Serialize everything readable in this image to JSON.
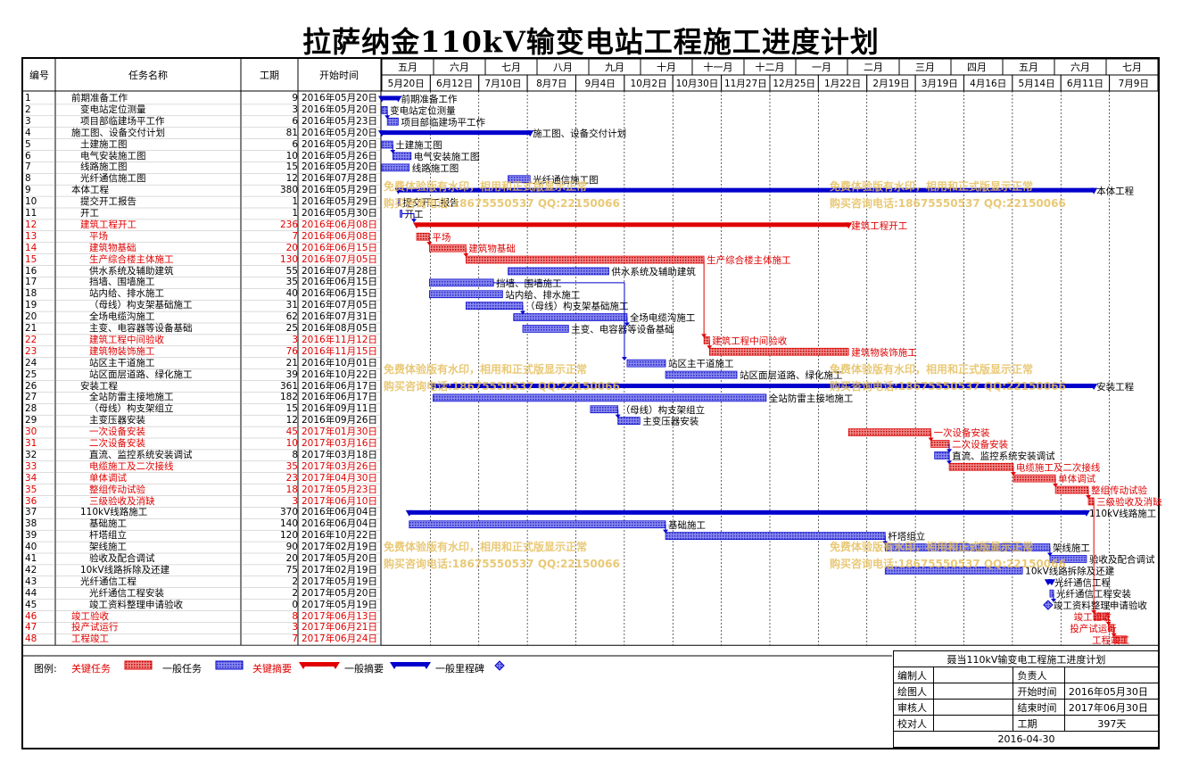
{
  "title": "拉萨纳金110kV输变电站工程施工进度计划",
  "table_headers": {
    "id": "编号",
    "name": "任务名称",
    "duration": "工期",
    "start": "开始时间"
  },
  "months": [
    "五月",
    "六月",
    "七月",
    "八月",
    "九月",
    "十月",
    "十一月",
    "十二月",
    "一月",
    "二月",
    "三月",
    "四月",
    "五月",
    "六月",
    "七月"
  ],
  "weeks": [
    "5月20日",
    "6月12日",
    "7月10日",
    "8月7日",
    "9月4日",
    "10月2日",
    "10月30日",
    "11月27日",
    "12月25日",
    "1月22日",
    "2月19日",
    "3月19日",
    "4月16日",
    "5月14日",
    "6月11日",
    "7月9日"
  ],
  "tasks": [
    {
      "id": "1",
      "name": "前期准备工作",
      "dur": "9",
      "start": "2016年05月20日",
      "critical": false,
      "summary": true,
      "indent": 0,
      "s": 0,
      "d": 9,
      "label": "前期准备工作"
    },
    {
      "id": "2",
      "name": "变电站定位测量",
      "dur": "3",
      "start": "2016年05月20日",
      "critical": false,
      "summary": false,
      "indent": 1,
      "s": 0,
      "d": 3,
      "label": "变电站定位测量"
    },
    {
      "id": "3",
      "name": "项目部临建场平工作",
      "dur": "6",
      "start": "2016年05月23日",
      "critical": false,
      "summary": false,
      "indent": 1,
      "s": 3,
      "d": 6,
      "label": "项目部临建场平工作"
    },
    {
      "id": "4",
      "name": "施工图、设备交付计划",
      "dur": "81",
      "start": "2016年05月20日",
      "critical": false,
      "summary": true,
      "indent": 0,
      "s": 0,
      "d": 81,
      "label": "施工图、设备交付计划"
    },
    {
      "id": "5",
      "name": "土建施工图",
      "dur": "6",
      "start": "2016年05月20日",
      "critical": false,
      "summary": false,
      "indent": 1,
      "s": 0,
      "d": 6,
      "label": "土建施工图"
    },
    {
      "id": "6",
      "name": "电气安装施工图",
      "dur": "10",
      "start": "2016年05月26日",
      "critical": false,
      "summary": false,
      "indent": 1,
      "s": 6,
      "d": 10,
      "label": "电气安装施工图"
    },
    {
      "id": "7",
      "name": "线路施工图",
      "dur": "15",
      "start": "2016年05月20日",
      "critical": false,
      "summary": false,
      "indent": 1,
      "s": 0,
      "d": 15,
      "label": "线路施工图"
    },
    {
      "id": "8",
      "name": "光纤通信施工图",
      "dur": "12",
      "start": "2016年07月28日",
      "critical": false,
      "summary": false,
      "indent": 1,
      "s": 69,
      "d": 12,
      "label": "光纤通信施工图"
    },
    {
      "id": "9",
      "name": "本体工程",
      "dur": "380",
      "start": "2016年05月29日",
      "critical": false,
      "summary": true,
      "indent": 0,
      "s": 9,
      "d": 380,
      "label": "本体工程"
    },
    {
      "id": "10",
      "name": "提交开工报告",
      "dur": "1",
      "start": "2016年05月29日",
      "critical": false,
      "summary": false,
      "indent": 1,
      "s": 9,
      "d": 1,
      "label": "提交开工报告"
    },
    {
      "id": "11",
      "name": "开工",
      "dur": "1",
      "start": "2016年05月30日",
      "critical": false,
      "summary": false,
      "indent": 1,
      "s": 10,
      "d": 1,
      "label": "开工"
    },
    {
      "id": "12",
      "name": "建筑工程开工",
      "dur": "236",
      "start": "2016年06月08日",
      "critical": true,
      "summary": true,
      "indent": 1,
      "s": 19,
      "d": 236,
      "label": "建筑工程开工"
    },
    {
      "id": "13",
      "name": "平场",
      "dur": "7",
      "start": "2016年06月08日",
      "critical": true,
      "summary": false,
      "indent": 2,
      "s": 19,
      "d": 7,
      "label": "平场"
    },
    {
      "id": "14",
      "name": "建筑物基础",
      "dur": "20",
      "start": "2016年06月15日",
      "critical": true,
      "summary": false,
      "indent": 2,
      "s": 26,
      "d": 20,
      "label": "建筑物基础"
    },
    {
      "id": "15",
      "name": "生产综合楼主体施工",
      "dur": "130",
      "start": "2016年07月05日",
      "critical": true,
      "summary": false,
      "indent": 2,
      "s": 46,
      "d": 130,
      "label": "生产综合楼主体施工"
    },
    {
      "id": "16",
      "name": "供水系统及辅助建筑",
      "dur": "55",
      "start": "2016年07月28日",
      "critical": false,
      "summary": false,
      "indent": 2,
      "s": 69,
      "d": 55,
      "label": "供水系统及辅助建筑"
    },
    {
      "id": "17",
      "name": "挡墙、围墙施工",
      "dur": "35",
      "start": "2016年06月15日",
      "critical": false,
      "summary": false,
      "indent": 2,
      "s": 26,
      "d": 35,
      "label": "挡墙、围墙施工"
    },
    {
      "id": "18",
      "name": "站内给、排水施工",
      "dur": "40",
      "start": "2016年06月15日",
      "critical": false,
      "summary": false,
      "indent": 2,
      "s": 26,
      "d": 40,
      "label": "站内给、排水施工"
    },
    {
      "id": "19",
      "name": "（母线）构支架基础施工",
      "dur": "31",
      "start": "2016年07月05日",
      "critical": false,
      "summary": false,
      "indent": 2,
      "s": 46,
      "d": 31,
      "label": "（母线）构支架基础施工"
    },
    {
      "id": "20",
      "name": "全场电缆沟施工",
      "dur": "62",
      "start": "2016年07月31日",
      "critical": false,
      "summary": false,
      "indent": 2,
      "s": 72,
      "d": 62,
      "label": "全场电缆沟施工"
    },
    {
      "id": "21",
      "name": "主变、电容器等设备基础",
      "dur": "25",
      "start": "2016年08月05日",
      "critical": false,
      "summary": false,
      "indent": 2,
      "s": 77,
      "d": 25,
      "label": "主变、电容器等设备基础"
    },
    {
      "id": "22",
      "name": "建筑工程中间验收",
      "dur": "3",
      "start": "2016年11月12日",
      "critical": true,
      "summary": false,
      "indent": 2,
      "s": 176,
      "d": 3,
      "label": "建筑工程中间验收"
    },
    {
      "id": "23",
      "name": "建筑物装饰施工",
      "dur": "76",
      "start": "2016年11月15日",
      "critical": true,
      "summary": false,
      "indent": 2,
      "s": 179,
      "d": 76,
      "label": "建筑物装饰施工"
    },
    {
      "id": "24",
      "name": "站区主干道施工",
      "dur": "21",
      "start": "2016年10月01日",
      "critical": false,
      "summary": false,
      "indent": 2,
      "s": 134,
      "d": 21,
      "label": "站区主干道施工"
    },
    {
      "id": "25",
      "name": "站区面层道路、绿化施工",
      "dur": "39",
      "start": "2016年10月22日",
      "critical": false,
      "summary": false,
      "indent": 2,
      "s": 155,
      "d": 39,
      "label": "站区面层道路、绿化施工"
    },
    {
      "id": "26",
      "name": "安装工程",
      "dur": "361",
      "start": "2016年06月17日",
      "critical": false,
      "summary": true,
      "indent": 1,
      "s": 28,
      "d": 361,
      "label": "安装工程"
    },
    {
      "id": "27",
      "name": "全站防雷主接地施工",
      "dur": "182",
      "start": "2016年06月17日",
      "critical": false,
      "summary": false,
      "indent": 2,
      "s": 28,
      "d": 182,
      "label": "全站防雷主接地施工"
    },
    {
      "id": "28",
      "name": "（母线）构支架组立",
      "dur": "15",
      "start": "2016年09月11日",
      "critical": false,
      "summary": false,
      "indent": 2,
      "s": 114,
      "d": 15,
      "label": "（母线）构支架组立"
    },
    {
      "id": "29",
      "name": "主变压器安装",
      "dur": "12",
      "start": "2016年09月26日",
      "critical": false,
      "summary": false,
      "indent": 2,
      "s": 129,
      "d": 12,
      "label": "主变压器安装"
    },
    {
      "id": "30",
      "name": "一次设备安装",
      "dur": "45",
      "start": "2017年01月30日",
      "critical": true,
      "summary": false,
      "indent": 2,
      "s": 255,
      "d": 45,
      "label": "一次设备安装"
    },
    {
      "id": "31",
      "name": "二次设备安装",
      "dur": "10",
      "start": "2017年03月16日",
      "critical": true,
      "summary": false,
      "indent": 2,
      "s": 300,
      "d": 10,
      "label": "二次设备安装"
    },
    {
      "id": "32",
      "name": "直流、监控系统安装调试",
      "dur": "8",
      "start": "2017年03月18日",
      "critical": false,
      "summary": false,
      "indent": 2,
      "s": 302,
      "d": 8,
      "label": "直流、监控系统安装调试"
    },
    {
      "id": "33",
      "name": "电缆施工及二次接线",
      "dur": "35",
      "start": "2017年03月26日",
      "critical": true,
      "summary": false,
      "indent": 2,
      "s": 310,
      "d": 35,
      "label": "电缆施工及二次接线"
    },
    {
      "id": "34",
      "name": "单体调试",
      "dur": "23",
      "start": "2017年04月30日",
      "critical": true,
      "summary": false,
      "indent": 2,
      "s": 345,
      "d": 23,
      "label": "单体调试"
    },
    {
      "id": "35",
      "name": "整组传动试验",
      "dur": "18",
      "start": "2017年05月23日",
      "critical": true,
      "summary": false,
      "indent": 2,
      "s": 368,
      "d": 18,
      "label": "整组传动试验"
    },
    {
      "id": "36",
      "name": "三级验收及消缺",
      "dur": "3",
      "start": "2017年06月10日",
      "critical": true,
      "summary": false,
      "indent": 2,
      "s": 386,
      "d": 3,
      "label": "三级验收及消缺"
    },
    {
      "id": "37",
      "name": "110kV线路施工",
      "dur": "370",
      "start": "2016年06月04日",
      "critical": false,
      "summary": true,
      "indent": 1,
      "s": 15,
      "d": 370,
      "label": "110kV线路施工"
    },
    {
      "id": "38",
      "name": "基础施工",
      "dur": "140",
      "start": "2016年06月04日",
      "critical": false,
      "summary": false,
      "indent": 2,
      "s": 15,
      "d": 140,
      "label": "基础施工"
    },
    {
      "id": "39",
      "name": "杆塔组立",
      "dur": "120",
      "start": "2016年10月22日",
      "critical": false,
      "summary": false,
      "indent": 2,
      "s": 155,
      "d": 120,
      "label": "杆塔组立"
    },
    {
      "id": "40",
      "name": "架线施工",
      "dur": "90",
      "start": "2017年02月19日",
      "critical": false,
      "summary": false,
      "indent": 2,
      "s": 275,
      "d": 90,
      "label": "架线施工"
    },
    {
      "id": "41",
      "name": "验收及配合调试",
      "dur": "20",
      "start": "2017年05月20日",
      "critical": false,
      "summary": false,
      "indent": 2,
      "s": 365,
      "d": 20,
      "label": "验收及配合调试"
    },
    {
      "id": "42",
      "name": "10kV线路拆除及还建",
      "dur": "75",
      "start": "2017年02月19日",
      "critical": false,
      "summary": false,
      "indent": 1,
      "s": 275,
      "d": 75,
      "label": "10kV线路拆除及还建"
    },
    {
      "id": "43",
      "name": "光纤通信工程",
      "dur": "2",
      "start": "2017年05月19日",
      "critical": false,
      "summary": true,
      "indent": 1,
      "s": 364,
      "d": 2,
      "label": "光纤通信工程"
    },
    {
      "id": "44",
      "name": "光纤通信工程安装",
      "dur": "2",
      "start": "2017年05月20日",
      "critical": false,
      "summary": false,
      "indent": 2,
      "s": 365,
      "d": 2,
      "label": "光纤通信工程安装"
    },
    {
      "id": "45",
      "name": "竣工资料整理申请验收",
      "dur": "0",
      "start": "2017年05月19日",
      "critical": false,
      "summary": false,
      "milestone": true,
      "indent": 2,
      "s": 364,
      "d": 0,
      "label": "竣工资料整理申请验收"
    },
    {
      "id": "46",
      "name": "竣工验收",
      "dur": "8",
      "start": "2017年06月13日",
      "critical": true,
      "summary": false,
      "indent": 0,
      "s": 389,
      "d": 8,
      "label": "竣工验收"
    },
    {
      "id": "47",
      "name": "投产试运行",
      "dur": "3",
      "start": "2017年06月21日",
      "critical": true,
      "summary": false,
      "indent": 0,
      "s": 397,
      "d": 3,
      "label": "投产试运行"
    },
    {
      "id": "48",
      "name": "工程竣工",
      "dur": "7",
      "start": "2017年06月24日",
      "critical": true,
      "summary": false,
      "indent": 0,
      "s": 400,
      "d": 7,
      "label": "工程竣工"
    }
  ],
  "watermarks": [
    {
      "line1": "免费体验版有水印，相用和正式版显示正常",
      "line2": "购买咨询电话:18675550537 QQ:22150066"
    }
  ],
  "legend": {
    "label": "图例:",
    "items": [
      {
        "label": "关键任务",
        "type": "critical_task",
        "color": "#e00000"
      },
      {
        "label": "一般任务",
        "type": "task",
        "color": "#2a2acc"
      },
      {
        "label": "关键摘要",
        "type": "critical_summary",
        "color": "#e00000"
      },
      {
        "label": "一般摘要",
        "type": "summary",
        "color": "#0000cc"
      },
      {
        "label": "一般里程碑",
        "type": "milestone",
        "color": "#0000cc"
      }
    ]
  },
  "info_table": {
    "title": "聂当110kV输变电工程施工进度计划",
    "rows": [
      {
        "k1": "编制人",
        "v1": "",
        "k2": "负责人",
        "v2": ""
      },
      {
        "k1": "绘图人",
        "v1": "",
        "k2": "开始时间",
        "v2": "2016年05月30日"
      },
      {
        "k1": "审核人",
        "v1": "",
        "k2": "结束时间",
        "v2": "2017年06月30日"
      },
      {
        "k1": "校对人",
        "v1": "",
        "k2": "工期",
        "v2": "397天"
      }
    ],
    "date": "2016-04-30"
  },
  "colors": {
    "critical": "#e00000",
    "normal": "#0000cc",
    "watermark": "#e6c060"
  }
}
